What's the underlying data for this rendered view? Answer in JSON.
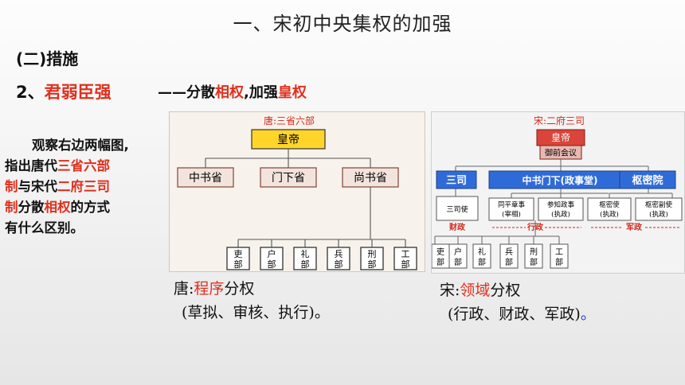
{
  "heading": "一、宋初中央集权的加强",
  "section": "(二)措施",
  "point": {
    "num": "2、",
    "text": "君弱臣强"
  },
  "subtitle": {
    "dash": "——分散",
    "w1": "相权",
    "mid": ",加强",
    "w2": "皇权"
  },
  "question": {
    "l1": "观察右边两幅图,",
    "l2a": "指出唐代",
    "l2b": "三省六部",
    "l3a": "制",
    "l3b": "与宋代",
    "l3c": "二府三司",
    "l4a": "制",
    "l4b": "分散",
    "l4c": "相权",
    "l4d": "的方式",
    "l5": "有什么区别。"
  },
  "tang_chart": {
    "title": "唐:三省六部",
    "emperor": "皇帝",
    "sheng": [
      "中书省",
      "门下省",
      "尚书省"
    ],
    "bu": [
      [
        "吏",
        "部"
      ],
      [
        "户",
        "部"
      ],
      [
        "礼",
        "部"
      ],
      [
        "兵",
        "部"
      ],
      [
        "刑",
        "部"
      ],
      [
        "工",
        "部"
      ]
    ]
  },
  "song_chart": {
    "title": "宋:二府三司",
    "emperor": "皇帝",
    "council": "御前会议",
    "san_si": "三司",
    "zhongshu": "中书门下(政事堂)",
    "shumi": "枢密院",
    "sansi_shi": "三司使",
    "zai": [
      "同平章事",
      "(宰相)"
    ],
    "can": [
      "参知政事",
      "(执政)"
    ],
    "shumi_shi": [
      "枢密使",
      "(执政)"
    ],
    "shumi_fu": [
      "枢密副使",
      "(执政)"
    ],
    "label_cai": "财政",
    "label_xing": "行政",
    "label_jun": "军政",
    "bu": [
      [
        "吏",
        "部"
      ],
      [
        "户",
        "部"
      ],
      [
        "礼",
        "部"
      ],
      [
        "兵",
        "部"
      ],
      [
        "刑",
        "部"
      ],
      [
        "工",
        "部"
      ]
    ]
  },
  "answer": {
    "tang_a": "唐:",
    "tang_b": "程序",
    "tang_c": "分权",
    "tang_d": "(草拟、审核、执行)。",
    "song_a": "宋:",
    "song_b": "领域",
    "song_c": "分权",
    "song_d": "(行政、财政、军政)",
    "song_e": "。"
  }
}
